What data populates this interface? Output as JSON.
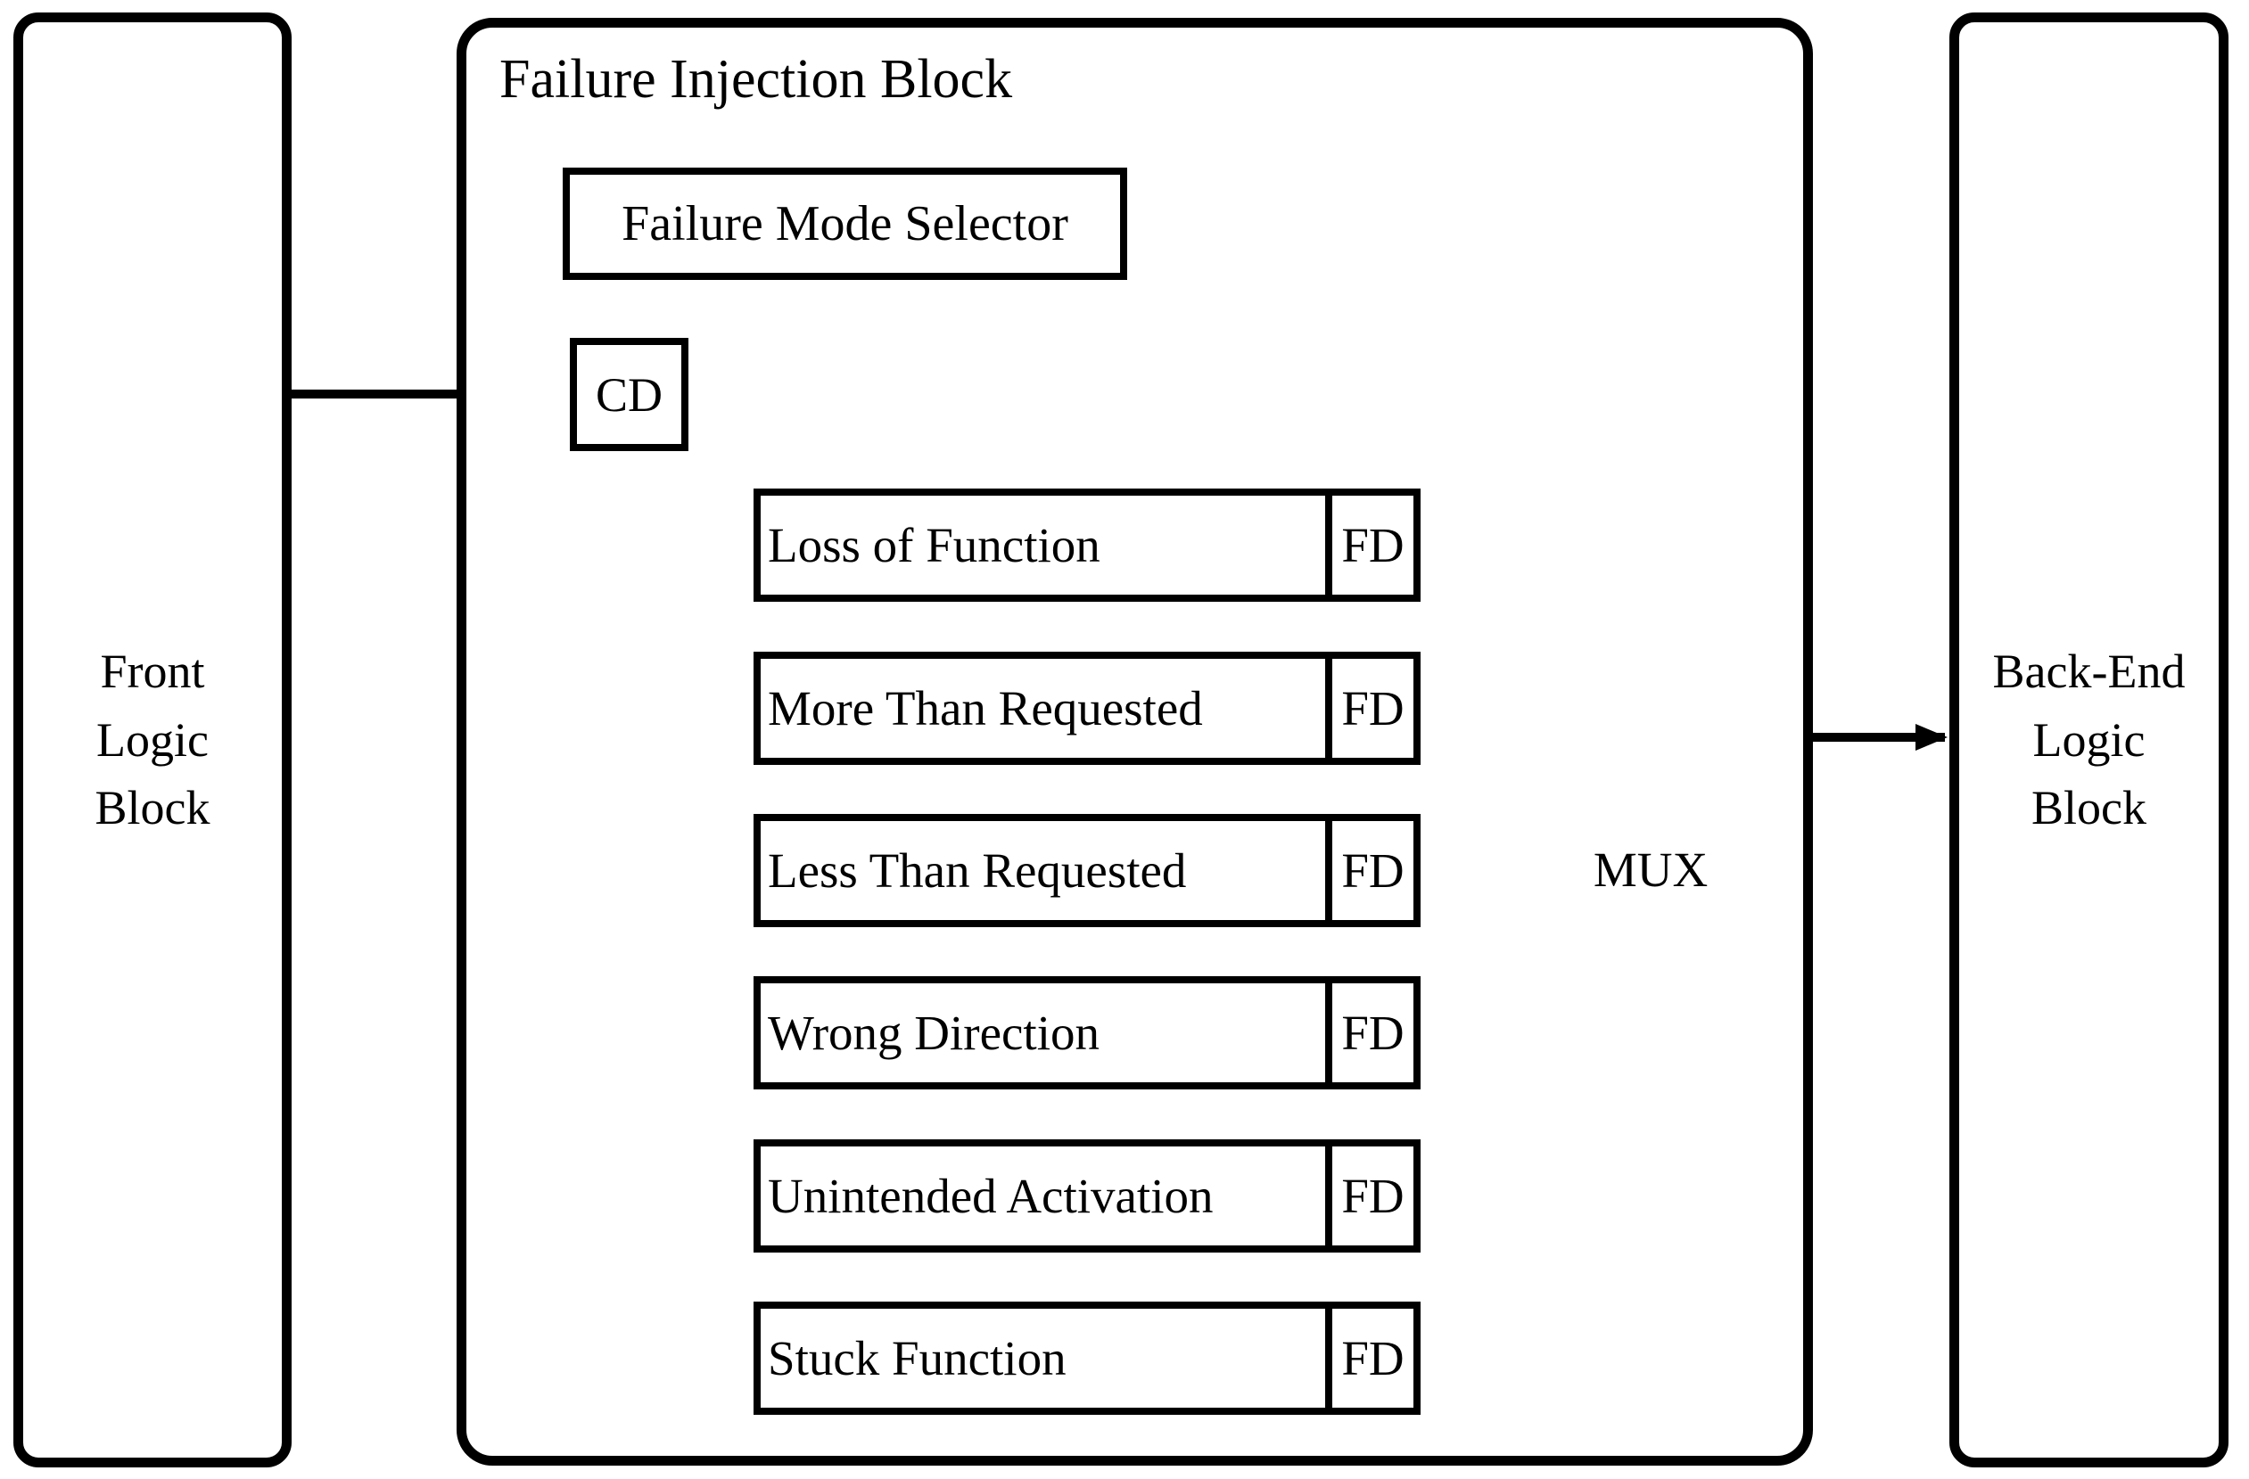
{
  "colors": {
    "ink": "#000000",
    "background": "#ffffff"
  },
  "front_block": {
    "lines": [
      "Front",
      "Logic",
      "Block"
    ]
  },
  "failure_injection": {
    "title": "Failure Injection Block",
    "selector_label": "Failure Mode Selector",
    "cd_label": "CD",
    "mux_label": "MUX",
    "rows": [
      {
        "label": "Loss of Function",
        "fd": "FD"
      },
      {
        "label": "More Than Requested",
        "fd": "FD"
      },
      {
        "label": "Less Than Requested",
        "fd": "FD"
      },
      {
        "label": "Wrong Direction",
        "fd": "FD"
      },
      {
        "label": "Unintended Activation",
        "fd": "FD"
      },
      {
        "label": "Stuck Function",
        "fd": "FD"
      }
    ]
  },
  "back_block": {
    "lines": [
      "Back-End",
      "Logic",
      "Block"
    ]
  }
}
